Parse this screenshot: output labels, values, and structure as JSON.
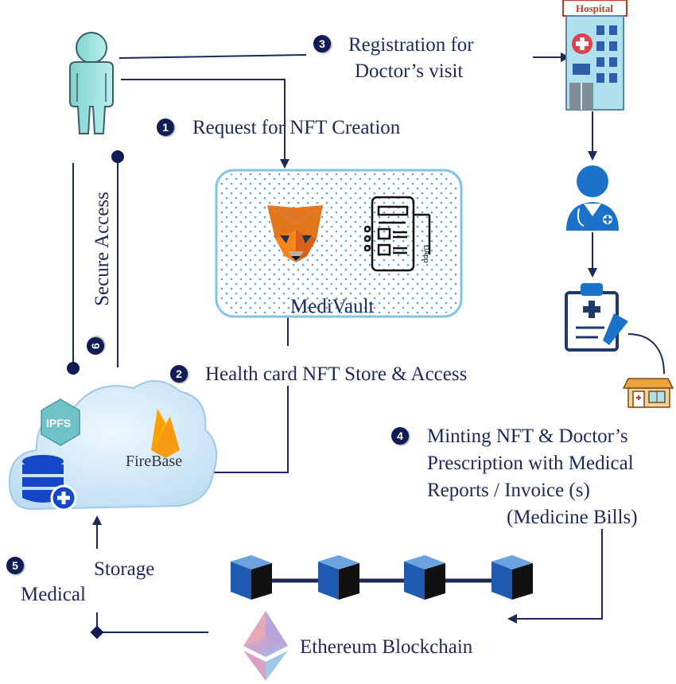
{
  "steps": [
    {
      "number": "1",
      "text": "Request for NFT Creation"
    },
    {
      "number": "2",
      "text": "Health card NFT Store & Access"
    },
    {
      "number": "3",
      "line1": "Registration for",
      "line2": "Doctor’s visit"
    },
    {
      "number": "4",
      "line1": "Minting NFT & Doctor’s",
      "line2": "Prescription with Medical",
      "line3": "Reports / Invoice (s)",
      "line4": "(Medicine Bills)"
    },
    {
      "number": "5",
      "line1": "Storage",
      "line2": "Medical"
    },
    {
      "number": "6",
      "text": "Secure Access"
    }
  ],
  "nodes": {
    "medivault": "MediVault",
    "hospital_sign": "Hospital",
    "ipfs": "IPFS",
    "firebase": "FireBase",
    "dapp": "DApp",
    "blockchain": "Ethereum Blockchain"
  },
  "colors": {
    "navy": "#101d55",
    "line": "#1c2a5a",
    "dot_fill": "#5aa0d0",
    "cloud": "#cfe6f6",
    "cube_blue": "#2f6fc1",
    "fox": "#e2761b",
    "firebase_flame": "#f5a623",
    "person": "#9fe3e0"
  },
  "icons": [
    "patient-icon",
    "hospital-icon",
    "doctor-icon",
    "clipboard-icon",
    "pharmacy-icon",
    "metamask-fox-icon",
    "dapp-icon",
    "ipfs-icon",
    "firebase-icon",
    "database-icon",
    "cloud-icon",
    "blockchain-icon",
    "ethereum-icon"
  ]
}
